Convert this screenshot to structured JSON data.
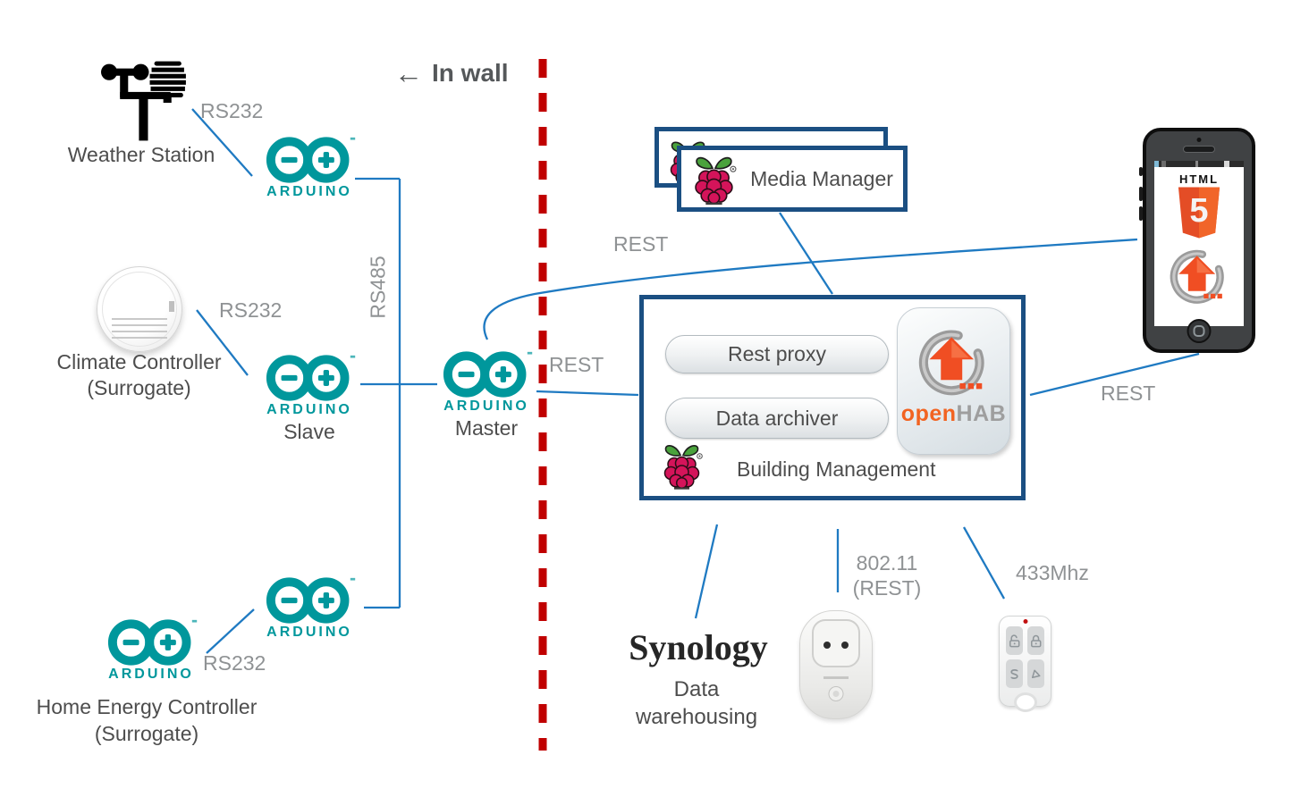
{
  "colors": {
    "line_blue": "#1f7ac2",
    "box_navy": "#1b4f82",
    "wall_red": "#c00000",
    "arduino_teal": "#00979c",
    "label_gray": "#8f9294",
    "text_dark": "#4d4d4d",
    "openhab_orange": "#f26321",
    "html5_orange": "#e44d26",
    "raspberry_pink": "#d4145a",
    "leaf_green": "#4aa23c"
  },
  "in_wall": {
    "arrow": "←",
    "label": "In wall"
  },
  "arduino": {
    "brand": "ARDUINO",
    "master_label": "Master",
    "slave_label": "Slave"
  },
  "links": {
    "rs232": "RS232",
    "rs485": "RS485",
    "rest": "REST",
    "wifi_label": "802.11",
    "wifi_sublabel": "(REST)",
    "rf_label": "433Mhz"
  },
  "nodes": {
    "weather_station": {
      "label": "Weather Station"
    },
    "climate_controller": {
      "label": "Climate Controller",
      "sublabel": "(Surrogate)"
    },
    "home_energy_controller": {
      "label": "Home Energy Controller",
      "sublabel": "(Surrogate)"
    },
    "media_manager": {
      "label": "Media Manager"
    },
    "building_management": {
      "label": "Building Management",
      "rest_proxy_label": "Rest proxy",
      "data_archiver_label": "Data archiver"
    },
    "openhab": {
      "brand_open": "open",
      "brand_hab": "HAB"
    },
    "synology": {
      "brand": "Synology",
      "label": "Data warehousing"
    },
    "phone": {
      "html_label": "HTML",
      "html5_digit": "5"
    }
  }
}
